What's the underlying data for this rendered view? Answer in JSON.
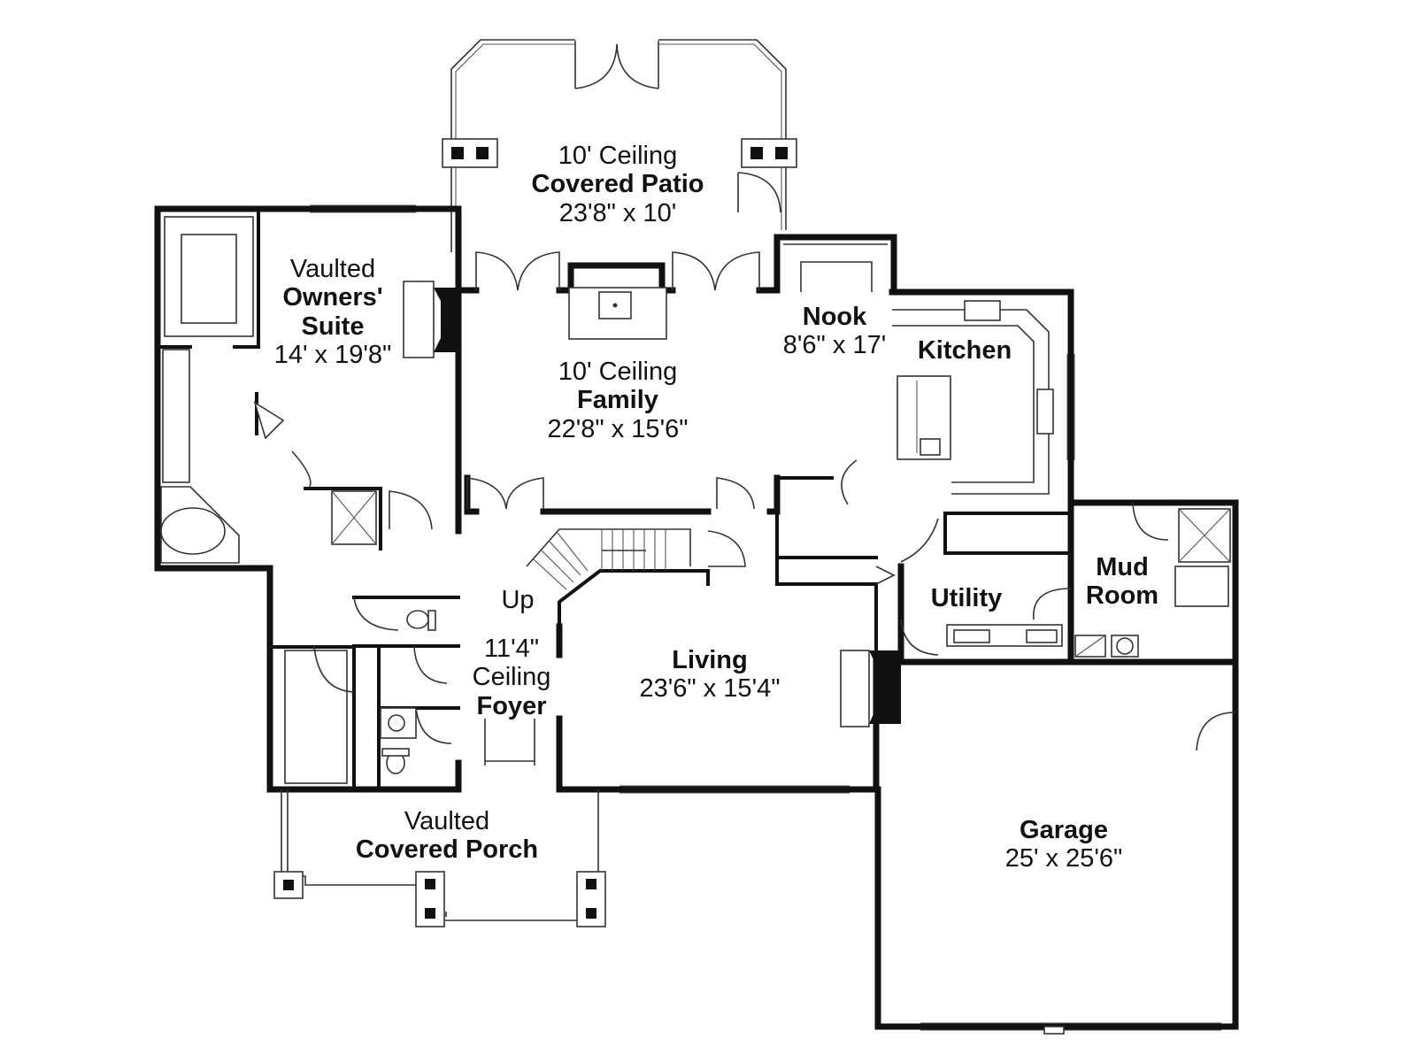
{
  "rooms": {
    "covered_patio": {
      "ceiling": "10' Ceiling",
      "name": "Covered Patio",
      "size": "23'8\" x 10'"
    },
    "owners_suite": {
      "prefix": "Vaulted",
      "name_line1": "Owners'",
      "name_line2": "Suite",
      "size": "14' x 19'8\""
    },
    "family": {
      "ceiling": "10' Ceiling",
      "name": "Family",
      "size": "22'8\" x 15'6\""
    },
    "nook": {
      "name": "Nook",
      "size": "8'6\" x 17'"
    },
    "kitchen": {
      "name": "Kitchen"
    },
    "utility": {
      "name": "Utility"
    },
    "mud_room": {
      "name_line1": "Mud",
      "name_line2": "Room"
    },
    "stairs": {
      "label": "Up"
    },
    "foyer": {
      "ceiling_line1": "11'4\"",
      "ceiling_line2": "Ceiling",
      "name": "Foyer"
    },
    "living": {
      "name": "Living",
      "size": "23'6\" x 15'4\""
    },
    "covered_porch": {
      "prefix": "Vaulted",
      "name": "Covered Porch"
    },
    "garage": {
      "name": "Garage",
      "size": "25' x 25'6\""
    }
  },
  "colors": {
    "wall": "#111111",
    "background": "#ffffff",
    "fixture": "#333333"
  }
}
